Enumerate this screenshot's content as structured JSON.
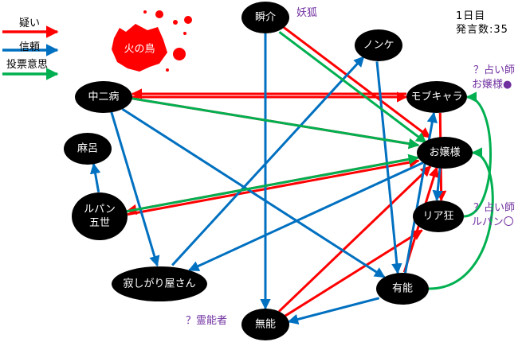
{
  "legend": [
    {
      "label": "疑い",
      "color": "#ff0000"
    },
    {
      "label": "信頼",
      "color": "#0070c0"
    },
    {
      "label": "投票意思",
      "color": "#00b050"
    }
  ],
  "info": {
    "day": "1日目",
    "post_count": "発言数:35"
  },
  "notes": {
    "shunsuke": "妖狐",
    "seer1_line1": "？占い師",
    "seer1_line2": "お嬢様●",
    "seer2_line1": "？占い師",
    "seer2_line2": "ルパン〇",
    "medium": "？霊能者"
  },
  "dead": {
    "id": "hinotori",
    "label": "火の鳥",
    "color": "#ff0000"
  },
  "nodes": [
    {
      "id": "shunsuke",
      "label": "瞬介"
    },
    {
      "id": "nonke",
      "label": "ノンケ"
    },
    {
      "id": "mob",
      "label": "モブキャラ"
    },
    {
      "id": "ojou",
      "label": "お嬢様"
    },
    {
      "id": "riajuu",
      "label": "リア狂"
    },
    {
      "id": "yuunou",
      "label": "有能"
    },
    {
      "id": "munou",
      "label": "無能"
    },
    {
      "id": "sabishi",
      "label": "寂しがり屋さん"
    },
    {
      "id": "lupin",
      "label": "ルパン\n五世"
    },
    {
      "id": "maro",
      "label": "麻呂"
    },
    {
      "id": "chuuni",
      "label": "中二病"
    }
  ],
  "edges": [
    {
      "from": "shunsuke",
      "to": "ojou",
      "type": "suspect"
    },
    {
      "from": "chuuni",
      "to": "mob",
      "type": "suspect"
    },
    {
      "from": "mob",
      "to": "chuuni",
      "type": "suspect"
    },
    {
      "from": "chuuni",
      "to": "ojou",
      "type": "suspect"
    },
    {
      "from": "ojou",
      "to": "lupin",
      "type": "suspect"
    },
    {
      "from": "lupin",
      "to": "ojou",
      "type": "suspect"
    },
    {
      "from": "mob",
      "to": "riajuu",
      "type": "suspect"
    },
    {
      "from": "munou",
      "to": "ojou",
      "type": "suspect"
    },
    {
      "from": "munou",
      "to": "riajuu",
      "type": "suspect"
    },
    {
      "from": "yuunou",
      "to": "ojou",
      "type": "suspect"
    },
    {
      "from": "shunsuke",
      "to": "munou",
      "type": "trust"
    },
    {
      "from": "nonke",
      "to": "yuunou",
      "type": "trust"
    },
    {
      "from": "chuuni",
      "to": "sabishi",
      "type": "trust"
    },
    {
      "from": "chuuni",
      "to": "yuunou",
      "type": "trust"
    },
    {
      "from": "lupin",
      "to": "maro",
      "type": "trust"
    },
    {
      "from": "sabishi",
      "to": "nonke",
      "type": "trust"
    },
    {
      "from": "ojou",
      "to": "sabishi",
      "type": "trust"
    },
    {
      "from": "ojou",
      "to": "riajuu",
      "type": "trust"
    },
    {
      "from": "yuunou",
      "to": "munou",
      "type": "trust"
    },
    {
      "from": "yuunou",
      "to": "mob",
      "type": "trust"
    },
    {
      "from": "shunsuke",
      "to": "ojou",
      "type": "vote"
    },
    {
      "from": "chuuni",
      "to": "ojou",
      "type": "vote"
    },
    {
      "from": "lupin",
      "to": "ojou",
      "type": "vote"
    },
    {
      "from": "riajuu",
      "to": "mob",
      "type": "vote"
    },
    {
      "from": "yuunou",
      "to": "ojou",
      "type": "vote"
    }
  ]
}
